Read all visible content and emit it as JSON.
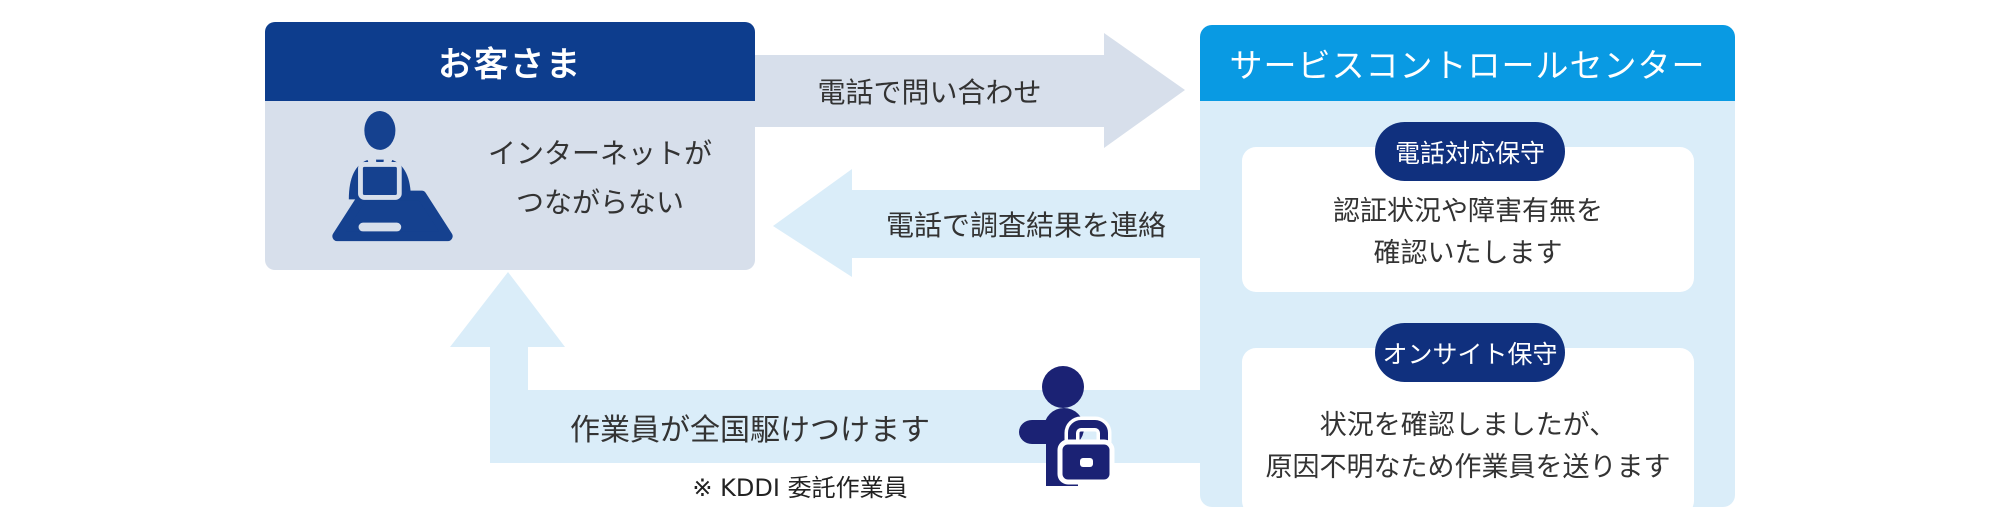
{
  "diagram_title": "customer-support-flow",
  "colors": {
    "customer_header_navy": "#0d3d8d",
    "service_header_blue": "#099ae3",
    "badge_navy": "#10307e",
    "customer_panel_gray_blue": "#d7dfeb",
    "service_panel_light_blue": "#daedf9",
    "customer_icon_navy": "#15418f",
    "worker_icon_navy": "#1b2274",
    "text_dark": "#333333"
  },
  "customer_box": {
    "title": "お客さま",
    "caption_line1": "インターネットが",
    "caption_line2": "つながらない",
    "icon": "customer-at-laptop-icon"
  },
  "center_box": {
    "title": "サービスコントロールセンター",
    "cards": [
      {
        "badge": "電話対応保守",
        "line1": "認証状況や障害有無を",
        "line2": "確認いたします"
      },
      {
        "badge": "オンサイト保守",
        "line1": "状況を確認しましたが、",
        "line2": "原因不明なため作業員を送ります"
      }
    ]
  },
  "arrows": {
    "inquiry_label": "電話で問い合わせ",
    "report_label": "電話で調査結果を連絡",
    "dispatch_label": "作業員が全国駆けつけます",
    "dispatch_note": "※ KDDI 委託作業員"
  },
  "icons": {
    "worker": "field-worker-icon"
  }
}
